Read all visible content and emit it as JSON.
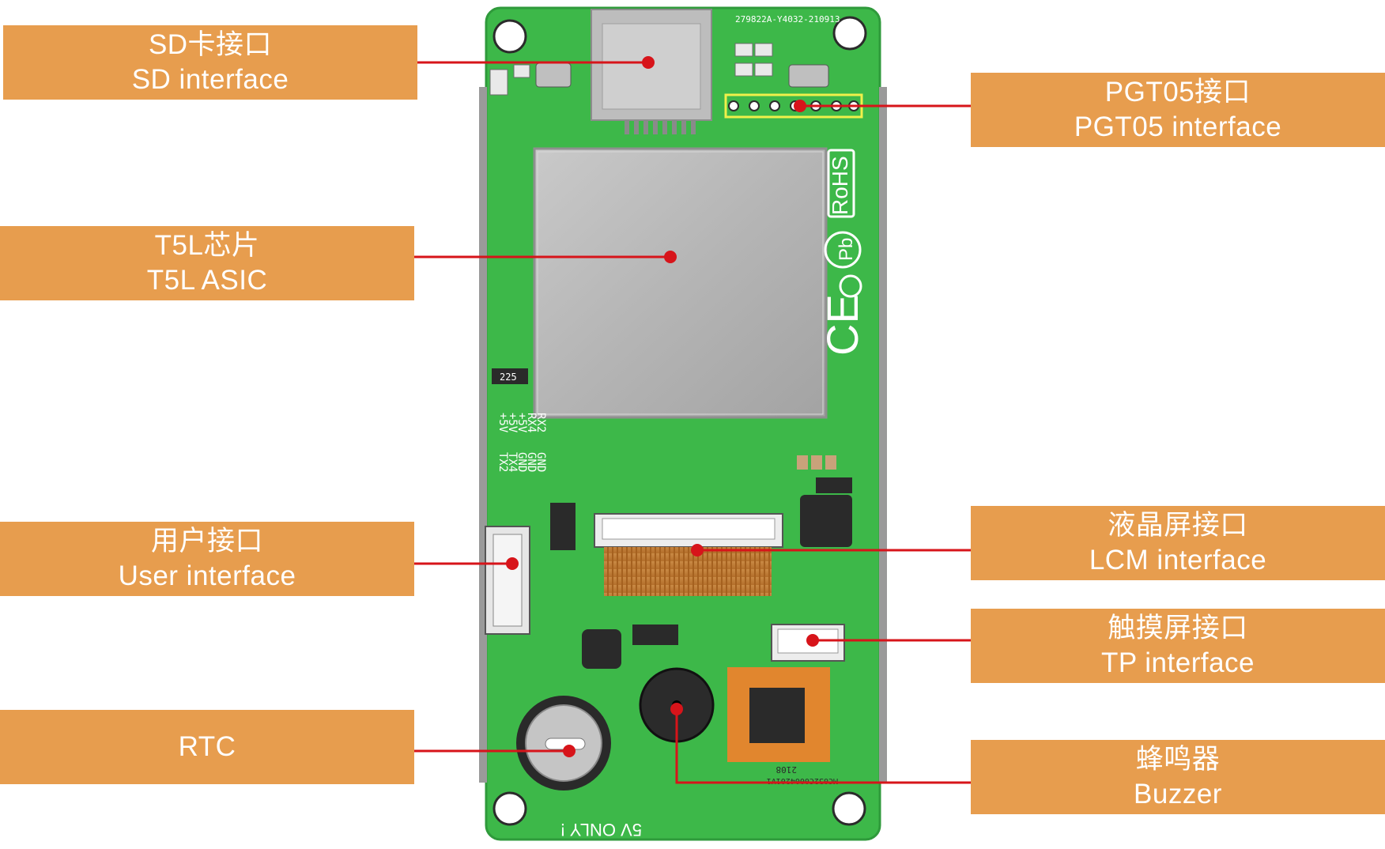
{
  "labels": {
    "sd": {
      "zh": "SD卡接口",
      "en": "SD interface"
    },
    "t5l": {
      "zh": "T5L芯片",
      "en": "T5L ASIC"
    },
    "user": {
      "zh": "用户接口",
      "en": "User interface"
    },
    "rtc": {
      "zh": "",
      "en": "RTC"
    },
    "pgt05": {
      "zh": "PGT05接口",
      "en": "PGT05 interface"
    },
    "lcm": {
      "zh": "液晶屏接口",
      "en": "LCM interface"
    },
    "tp": {
      "zh": "触摸屏接口",
      "en": "TP interface"
    },
    "buzzer": {
      "zh": "蜂鸣器",
      "en": "Buzzer"
    }
  },
  "board": {
    "code": "279822A-Y4032-210913",
    "rohs": "RoHS",
    "pb": "Pb",
    "ce": "CE",
    "pins": [
      "+5V",
      "+5V",
      "+5V",
      "RX4",
      "RX2",
      "TX2",
      "TX4",
      "GND",
      "GND",
      "GND"
    ],
    "bottom_text": "5V ONLY !",
    "chip_text": "2108",
    "chip_code": "MC032C0004201V1",
    "cap": "225"
  },
  "colors": {
    "label_bg": "#e79d4e",
    "board_green": "#3db849",
    "leader_red": "#d7141a"
  }
}
